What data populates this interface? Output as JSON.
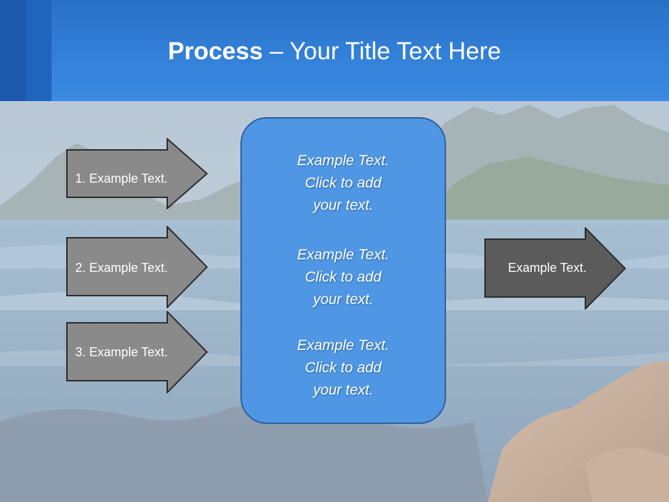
{
  "slide": {
    "title_bold": "Process",
    "title_rest": " – Your Title Text Here",
    "left_arrows": [
      {
        "label": "1. Example Text."
      },
      {
        "label": "2. Example Text."
      },
      {
        "label": "3. Example Text."
      }
    ],
    "center_box": {
      "blocks": [
        {
          "line1": "Example Text.",
          "line2": "Click  to add",
          "line3": "your text."
        },
        {
          "line1": "Example Text.",
          "line2": "Click  to add",
          "line3": "your text."
        },
        {
          "line1": "Example Text.",
          "line2": "Click  to add",
          "line3": "your text."
        }
      ]
    },
    "right_arrow": {
      "label": "Example Text."
    }
  },
  "colors": {
    "header": "#3380d8",
    "left_arrow_fill": "#8a8a8a",
    "right_arrow_fill": "#5b5b5b",
    "center_box_fill": "#4f97e4"
  }
}
